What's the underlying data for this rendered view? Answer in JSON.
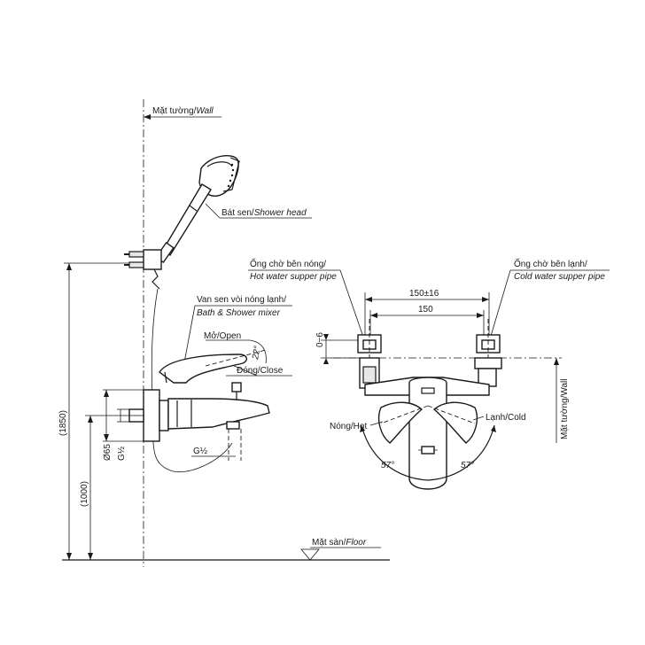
{
  "side_view": {
    "wall_label": "Mặt tường/",
    "wall_label_en": "Wall",
    "shower_head_label": "Bát sen/",
    "shower_head_label_en": "Shower head",
    "mixer_label_vi": "Van sen vòi nóng lạnh/",
    "mixer_label_en": "Bath & Shower mixer",
    "open_label": "Mở/Open",
    "close_label": "Đóng/Close",
    "angle_label": "22°",
    "dim_1850": "(1850)",
    "dim_1000": "(1000)",
    "dim_65": "Ø65",
    "dim_g_half_vertical": "G½",
    "dim_g_half_horizontal": "G½",
    "floor_label": "Mặt sàn/",
    "floor_label_en": "Floor"
  },
  "front_view": {
    "hot_pipe_vi": "Ống chờ bên nóng/",
    "hot_pipe_en": "Hot water supper pipe",
    "cold_pipe_vi": "Ống chờ bên lạnh/",
    "cold_pipe_en": "Cold water supper pipe",
    "dim_150_16": "150±16",
    "dim_150": "150",
    "dim_0_6": "0~6",
    "hot_label": "Nóng/Hot",
    "cold_label": "Lạnh/Cold",
    "angle_left": "57°",
    "angle_right": "57°",
    "wall_vertical_label": "Mặt tường/Wall"
  }
}
